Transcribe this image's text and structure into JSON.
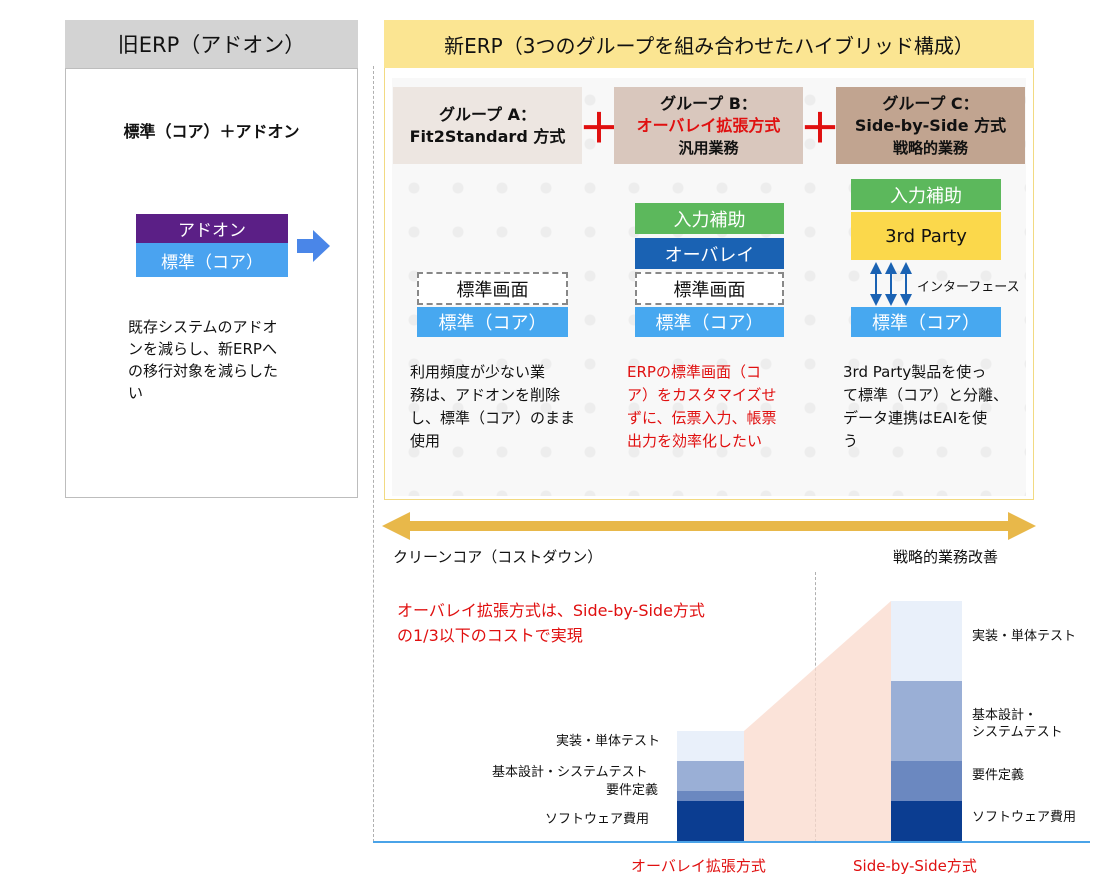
{
  "old_erp": {
    "header": "旧ERP（アドオン）",
    "subtitle": "標準（コア）＋アドオン",
    "addon_label": "アドオン",
    "core_label": "標準（コア）",
    "description": [
      "既存システムのアドオ",
      "ンを減らし、新ERPへ",
      "の移行対象を減らした",
      "い"
    ]
  },
  "new_erp": {
    "header": "新ERP（3つのグループを組み合わせたハイブリッド構成）",
    "plus_sign": "＋",
    "groups": [
      {
        "title": "グループ A：",
        "line2": "Fit2Standard 方式",
        "line3": "",
        "blocks": [
          "標準画面",
          "標準（コア）"
        ],
        "description": [
          "利用頻度が少ない業",
          "務は、アドオンを削除",
          "し、標準（コア）のまま",
          "使用"
        ]
      },
      {
        "title": "グループ B：",
        "line2": "オーバレイ拡張方式",
        "line3": "汎用業務",
        "blocks": [
          "入力補助",
          "オーバレイ",
          "標準画面",
          "標準（コア）"
        ],
        "description": [
          "ERPの標準画面（コ",
          "ア）をカスタマイズせ",
          "ずに、伝票入力、帳票",
          "出力を効率化したい"
        ]
      },
      {
        "title": "グループ C：",
        "line2": "Side-by-Side 方式",
        "line3": "戦略的業務",
        "blocks": [
          "入力補助",
          "3rd Party",
          "標準（コア）"
        ],
        "interface_label": "インターフェース",
        "description": [
          "3rd Party製品を使っ",
          "て標準（コア）と分離、",
          "データ連携はEAIを使",
          "う"
        ]
      }
    ]
  },
  "axis": {
    "left_label": "クリーンコア（コストダウン）",
    "right_label": "戦略的業務改善"
  },
  "cost_note": [
    "オーバレイ拡張方式は、Side-by-Side方式",
    "の1/3以下のコストで実現"
  ],
  "chart_data": {
    "type": "bar",
    "stacked": true,
    "categories": [
      "オーバレイ拡張方式",
      "Side-by-Side方式"
    ],
    "series": [
      {
        "name": "ソフトウェア費用",
        "values": [
          1.0,
          1.0
        ]
      },
      {
        "name": "要件定義",
        "values": [
          0.25,
          1.0
        ]
      },
      {
        "name": "基本設計・システムテスト",
        "values": [
          0.75,
          2.0
        ]
      },
      {
        "name": "実装・単体テスト",
        "values": [
          0.75,
          2.0
        ]
      }
    ],
    "left_labels": [
      "実装・単体テスト",
      "基本設計・システムテスト",
      "要件定義",
      "ソフトウェア費用"
    ],
    "right_labels": [
      "実装・単体テスト",
      "基本設計・",
      "システムテスト",
      "要件定義",
      "ソフトウェア費用"
    ],
    "colors": [
      "#0b3d91",
      "#6b88c0",
      "#9aafd6",
      "#e9f0fa"
    ],
    "connector_color": "#f9d9cc",
    "label_color": "#e01010",
    "axis_color": "#4aa3e8",
    "ylim": [
      0,
      6
    ]
  }
}
